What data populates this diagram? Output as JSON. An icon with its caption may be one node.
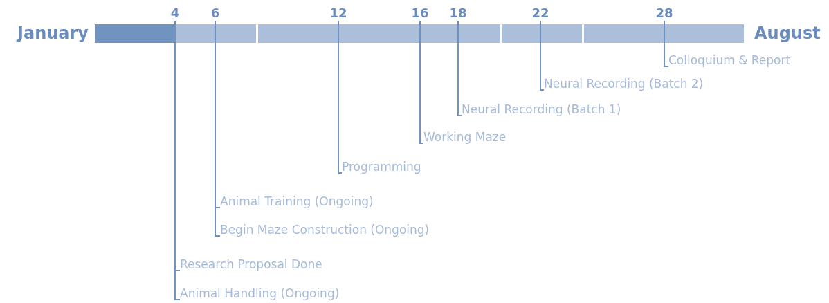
{
  "diagram": {
    "nodes": [
      {
        "text": [
          "4"
        ]
      },
      {
        "text": [
          "6"
        ]
      },
      {
        "text": [
          "12"
        ]
      },
      {
        "text": [
          "16"
        ]
      },
      {
        "text": [
          "18"
        ]
      },
      {
        "text": [
          "22"
        ]
      },
      {
        "text": [
          "28"
        ]
      },
      {
        "text": [
          "Colloquium & Report"
        ]
      },
      {
        "text": [
          "Neural Recording (Batch 2)"
        ]
      },
      {
        "text": [
          "Neural Recording (Batch 1)"
        ]
      },
      {
        "text": [
          "Working Maze"
        ]
      },
      {
        "text": [
          "Programming"
        ]
      },
      {
        "text": [
          "Animal Training (Ongoing)"
        ]
      },
      {
        "text": [
          "Begin Maze Construction (Ongoing)"
        ]
      },
      {
        "text": [
          "Research Proposal Done"
        ]
      },
      {
        "text": [
          "Animal Handling (Ongoing)"
        ]
      }
    ],
    "edges": [
      {
        "from": 6,
        "to": 7,
        "arrow": "none"
      },
      {
        "from": 5,
        "to": 8,
        "arrow": "none"
      },
      {
        "from": 4,
        "to": 9,
        "arrow": "none"
      },
      {
        "from": 3,
        "to": 10,
        "arrow": "none"
      },
      {
        "from": 2,
        "to": 11,
        "arrow": "none"
      },
      {
        "from": 1,
        "to": 12,
        "arrow": "none"
      },
      {
        "from": 1,
        "to": 13,
        "arrow": "none"
      },
      {
        "from": 0,
        "to": 14,
        "arrow": "none"
      },
      {
        "from": 0,
        "to": 15,
        "arrow": "none"
      }
    ],
    "labels": [
      "January",
      "August"
    ]
  }
}
